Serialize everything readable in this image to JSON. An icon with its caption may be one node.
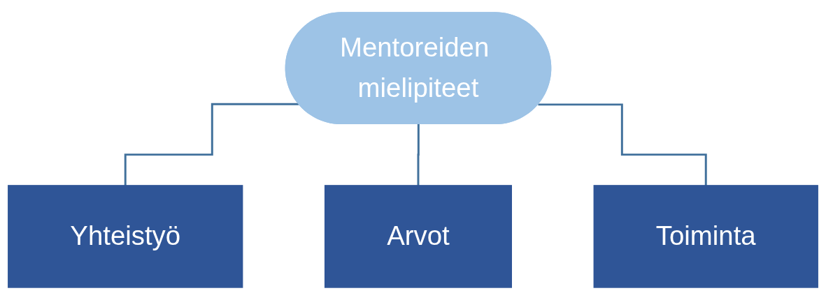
{
  "diagram": {
    "nodes": [
      {
        "text": [
          "Mentoreiden mielipiteet"
        ]
      },
      {
        "text": [
          "Yhteistyö"
        ]
      },
      {
        "text": [
          "Arvot"
        ]
      },
      {
        "text": [
          "Toiminta"
        ]
      }
    ],
    "edges": [
      {
        "from": 0,
        "to": 1,
        "arrow": "none"
      },
      {
        "from": 0,
        "to": 2,
        "arrow": "none"
      },
      {
        "from": 0,
        "to": 3,
        "arrow": "none"
      }
    ]
  }
}
